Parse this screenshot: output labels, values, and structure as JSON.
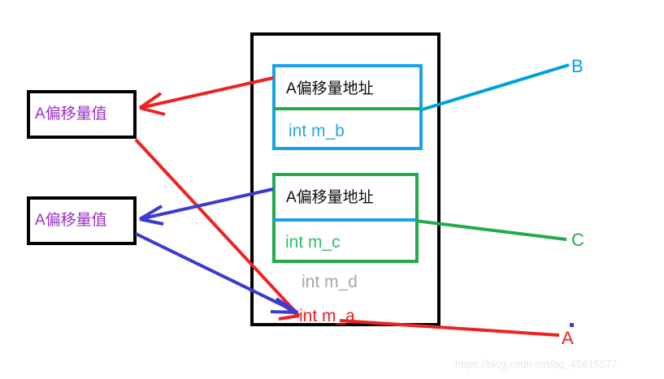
{
  "diagram": {
    "title": "C++ multiple inheritance object memory layout diagram",
    "outer_object": {
      "name": "object-memory-block",
      "border_color": "#000000"
    },
    "subobjects": [
      {
        "id": "b-subobject",
        "border_color": "#1aa3e8",
        "divider_color": "#22ab4b",
        "vptr_label": "A偏移量地址",
        "member_label": "int  m_b",
        "tag": "B",
        "tag_color": "#00a0e0"
      },
      {
        "id": "c-subobject",
        "border_color": "#22ab4b",
        "divider_color": "#1aa3e8",
        "vptr_label": "A偏移量地址",
        "member_label": "int  m_c",
        "tag": "C",
        "tag_color": "#22ab4b"
      }
    ],
    "loose_members": [
      {
        "id": "d-member",
        "label": "int  m_d",
        "color": "#a6a6a6"
      },
      {
        "id": "a-member",
        "label": "int  m_a",
        "color": "#ee2222"
      }
    ],
    "tag_a": {
      "label": "A",
      "color": "#ee2222"
    },
    "offset_boxes": [
      {
        "id": "offset-value-box-top",
        "label": "A偏移量值",
        "text_color": "#9b30c8",
        "border_color": "#000000"
      },
      {
        "id": "offset-value-box-bottom",
        "label": "A偏移量值",
        "text_color": "#9b30c8",
        "border_color": "#000000"
      }
    ],
    "arrows": [
      {
        "id": "red-arrow-to-top-offset-box",
        "color": "#ee2222"
      },
      {
        "id": "red-arrow-from-a-member",
        "color": "#ee2222"
      },
      {
        "id": "blue-arrow-to-bottom-offset-box",
        "color": "#3b3bd0"
      },
      {
        "id": "blue-arrow-from-a-member",
        "color": "#3b3bd0"
      },
      {
        "id": "cyan-connector-b",
        "color": "#00a0e0"
      },
      {
        "id": "green-connector-c",
        "color": "#22ab4b"
      }
    ]
  },
  "watermark": {
    "text": "https://blog.csdn.net/qq_45615577"
  }
}
